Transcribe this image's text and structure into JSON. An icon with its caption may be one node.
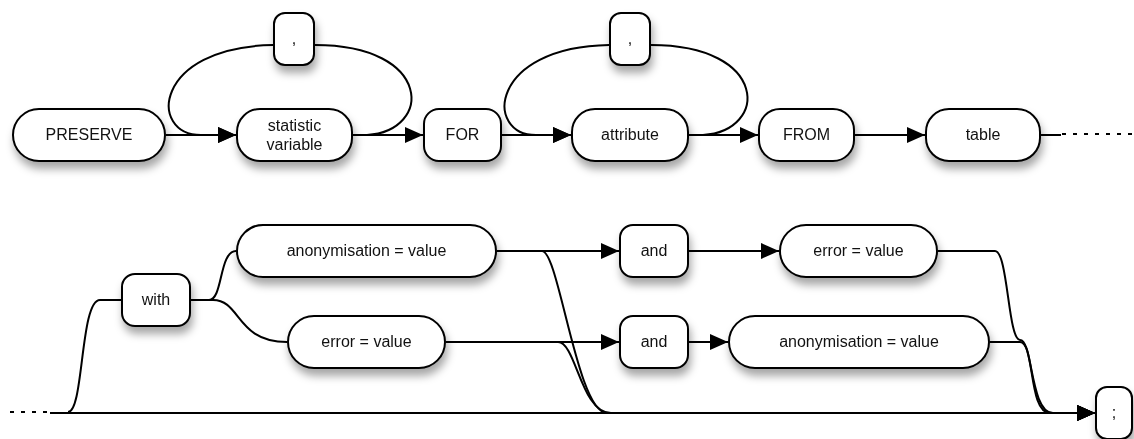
{
  "diagram": {
    "nodes": [
      {
        "text": [
          "PRESERVE"
        ]
      },
      {
        "text": [
          ","
        ]
      },
      {
        "text": [
          "statistic variable"
        ]
      },
      {
        "text": [
          "FOR"
        ]
      },
      {
        "text": [
          ","
        ]
      },
      {
        "text": [
          "attribute"
        ]
      },
      {
        "text": [
          "FROM"
        ]
      },
      {
        "text": [
          "table"
        ]
      },
      {
        "text": [
          "with"
        ]
      },
      {
        "text": [
          "anonymisation = value"
        ]
      },
      {
        "text": [
          "error = value"
        ]
      },
      {
        "text": [
          "and"
        ]
      },
      {
        "text": [
          "error = value"
        ]
      },
      {
        "text": [
          "and"
        ]
      },
      {
        "text": [
          "anonymisation = value"
        ]
      },
      {
        "text": [
          ";"
        ]
      }
    ],
    "edges": [
      {
        "from": 0,
        "to": 2,
        "arrow": "to"
      },
      {
        "from": 2,
        "to": 1,
        "arrow": "none"
      },
      {
        "from": 1,
        "to": 2,
        "arrow": "to"
      },
      {
        "from": 2,
        "to": 3,
        "arrow": "to"
      },
      {
        "from": 3,
        "to": 5,
        "arrow": "to"
      },
      {
        "from": 5,
        "to": 4,
        "arrow": "none"
      },
      {
        "from": 4,
        "to": 5,
        "arrow": "to"
      },
      {
        "from": 5,
        "to": 6,
        "arrow": "to"
      },
      {
        "from": 6,
        "to": 7,
        "arrow": "to"
      },
      {
        "from": 7,
        "to": null,
        "arrow": "none"
      },
      {
        "from": null,
        "to": 8,
        "arrow": "none"
      },
      {
        "from": null,
        "to": 15,
        "arrow": "to"
      },
      {
        "from": 8,
        "to": 9,
        "arrow": "none"
      },
      {
        "from": 8,
        "to": 10,
        "arrow": "none"
      },
      {
        "from": 9,
        "to": 11,
        "arrow": "to"
      },
      {
        "from": 9,
        "to": 15,
        "arrow": "to"
      },
      {
        "from": 10,
        "to": 13,
        "arrow": "to"
      },
      {
        "from": 10,
        "to": 15,
        "arrow": "to"
      },
      {
        "from": 13,
        "to": 14,
        "arrow": "to"
      },
      {
        "from": 11,
        "to": 12,
        "arrow": "to"
      },
      {
        "from": 12,
        "to": 15,
        "arrow": "to"
      },
      {
        "from": 14,
        "to": 15,
        "arrow": "to"
      }
    ]
  }
}
